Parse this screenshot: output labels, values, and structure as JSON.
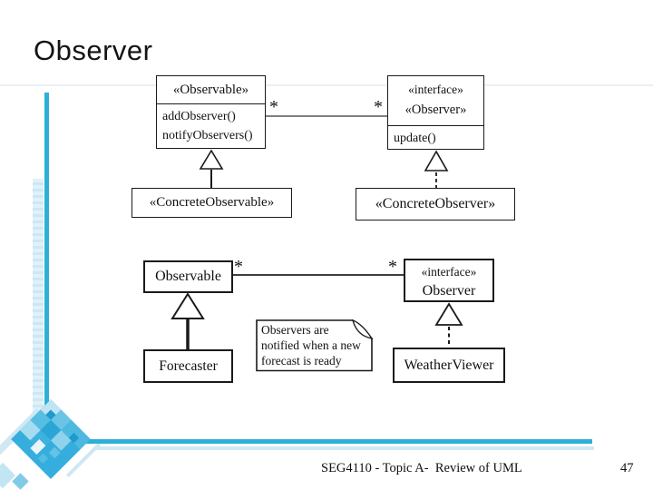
{
  "title": "Observer",
  "footer": {
    "course": "SEG4110 - Topic A-  Review of UML",
    "page": "47"
  },
  "colors": {
    "accent_dark_cyan": "#2eb0d6",
    "accent_light_blue": "#cfe8f4",
    "diagram_line": "#1a1a1a"
  },
  "top_diagram": {
    "observable": {
      "name": "«Observable»",
      "methods": [
        "addObserver()",
        "notifyObservers()"
      ]
    },
    "observer": {
      "stereotype": "«interface»",
      "name": "«Observer»",
      "methods": [
        "update()"
      ]
    },
    "left_multiplicity": "*",
    "right_multiplicity": "*",
    "concrete_observable": {
      "name": "«ConcreteObservable»"
    },
    "concrete_observer": {
      "name": "«ConcreteObserver»"
    }
  },
  "bottom_diagram": {
    "observable": {
      "name": "Observable"
    },
    "observer": {
      "stereotype": "«interface»",
      "name": "Observer"
    },
    "left_multiplicity": "*",
    "right_multiplicity": "*",
    "forecaster": {
      "name": "Forecaster"
    },
    "weather_viewer": {
      "name": "WeatherViewer"
    },
    "note": {
      "line1": "Observers are",
      "line2": "notified when a new",
      "line3": "forecast is ready"
    }
  }
}
